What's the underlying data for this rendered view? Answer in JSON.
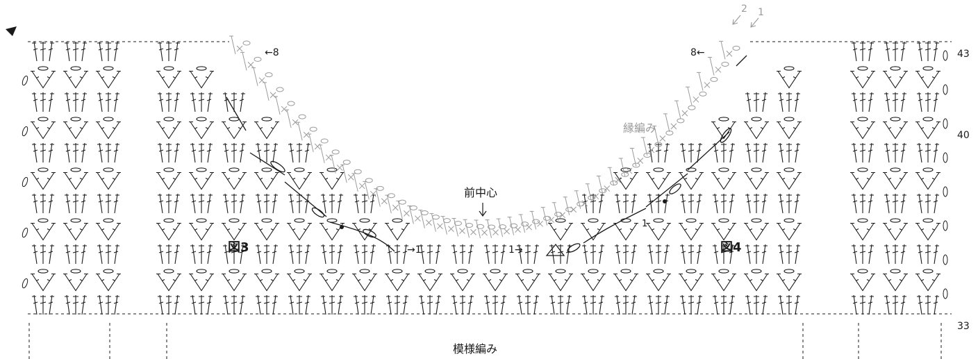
{
  "labels": {
    "front_center": "前中心",
    "pattern": "模様編み",
    "edging": "縁編み",
    "fig3": "図3",
    "fig4": "図4",
    "row_43": "43",
    "row_40": "40",
    "row_33": "33",
    "edge_start_left": "←8",
    "edge_start_right": "8←",
    "arrow_1_left": "→1",
    "arrow_1_right": "1→",
    "small_1": "1",
    "arrow_top_2": "2",
    "arrow_top_1": "1"
  },
  "colors": {
    "ink": "#1a1a1a",
    "edging": "#9a9a9a"
  }
}
